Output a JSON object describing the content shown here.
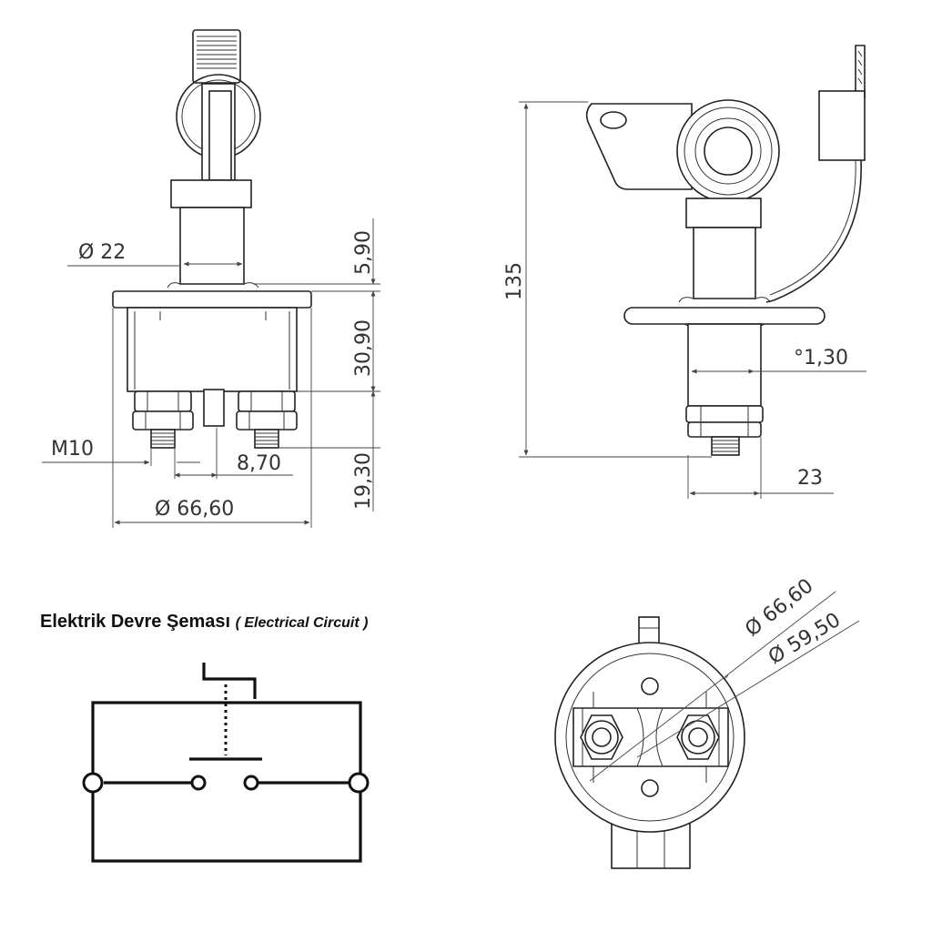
{
  "circuit_title": {
    "main": "Elektrik Devre Şeması",
    "sub": "( Electrical Circuit )"
  },
  "front_view": {
    "dims": {
      "shaft_diameter": "Ø 22",
      "top_flange": "5,90",
      "body_height": "30,90",
      "terminal_height": "19,30",
      "thread": "M10",
      "terminal_gap": "8,70",
      "body_diameter": "Ø 66,60"
    }
  },
  "side_view": {
    "dims": {
      "total_height": "135",
      "shaft": "°1,30",
      "width": "23"
    }
  },
  "bottom_view": {
    "dims": {
      "outer_diameter": "Ø 66,60",
      "inner_diameter": "Ø 59,50"
    }
  }
}
